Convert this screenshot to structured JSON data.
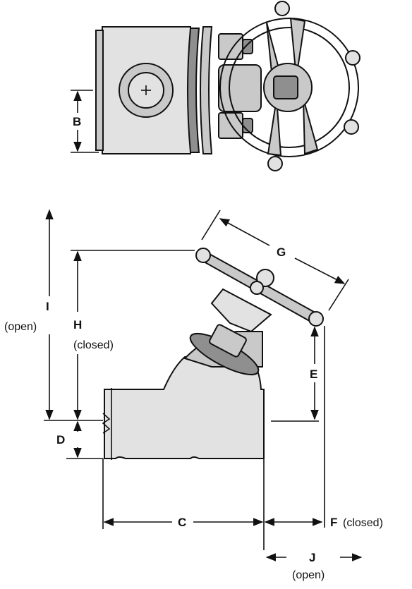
{
  "labels": {
    "b": "B",
    "c": "C",
    "d": "D",
    "e": "E",
    "f": "F",
    "f_note": "(closed)",
    "g": "G",
    "h": "H",
    "h_note": "(closed)",
    "i": "I",
    "i_note": "(open)",
    "j": "J",
    "j_note": "(open)"
  },
  "colors": {
    "line": "#111111",
    "fill": "#c9c9c9",
    "shadow": "#8f8f8f"
  }
}
